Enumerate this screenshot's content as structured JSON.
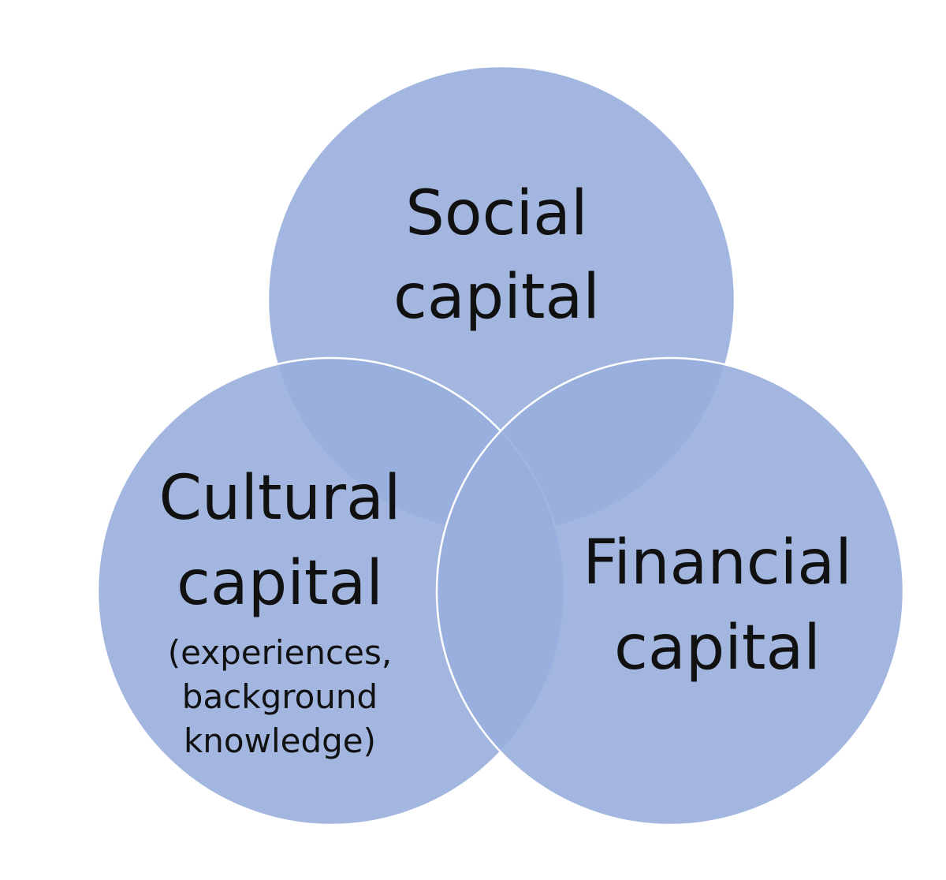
{
  "diagram": {
    "type": "venn",
    "circle_fill": "#98aedd",
    "circle_stroke": "#ffffff",
    "circles": [
      {
        "id": "social",
        "label_lines": [
          "Social",
          "capital"
        ],
        "sublabel_lines": []
      },
      {
        "id": "cultural",
        "label_lines": [
          "Cultural",
          "capital"
        ],
        "sublabel_lines": [
          "(experiences,",
          "background",
          "knowledge)"
        ]
      },
      {
        "id": "financial",
        "label_lines": [
          "Financial",
          "capital"
        ],
        "sublabel_lines": []
      }
    ]
  }
}
